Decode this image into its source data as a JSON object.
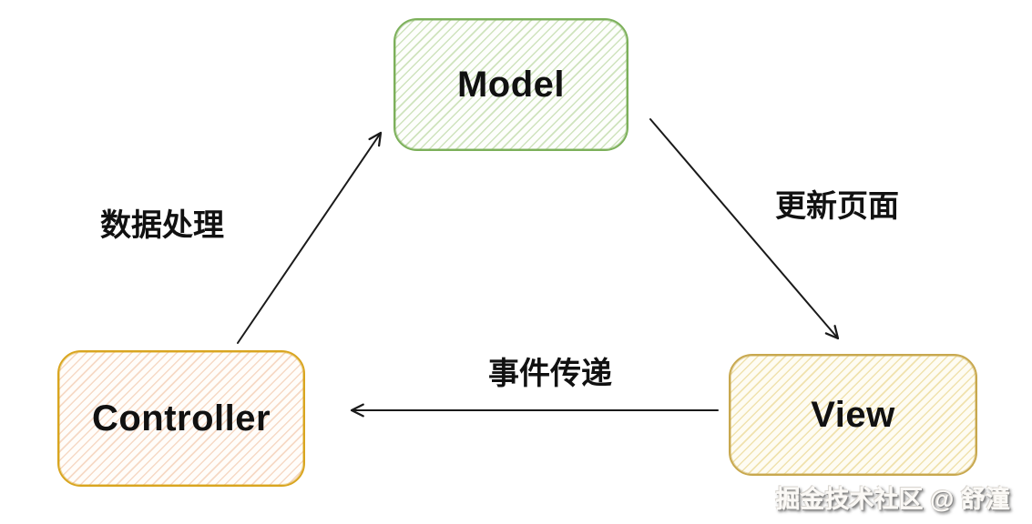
{
  "nodes": {
    "model": {
      "label": "Model",
      "border_color": "#7cb05a",
      "hatch_color": "#cfe3bd"
    },
    "controller": {
      "label": "Controller",
      "border_color": "#d9a51f",
      "hatch_color": "#f6d9c5"
    },
    "view": {
      "label": "View",
      "border_color": "#c8a84e",
      "hatch_color": "#f0e2ae"
    }
  },
  "edges": {
    "controller_to_model": {
      "from": "Controller",
      "to": "Model",
      "label": "数据处理"
    },
    "model_to_view": {
      "from": "Model",
      "to": "View",
      "label": "更新页面"
    },
    "view_to_controller": {
      "from": "View",
      "to": "Controller",
      "label": "事件传递"
    }
  },
  "watermark": {
    "text": "掘金技术社区 @ 舒潼"
  },
  "colors": {
    "arrow": "#1a1a1a",
    "text": "#111111",
    "background": "#ffffff"
  }
}
